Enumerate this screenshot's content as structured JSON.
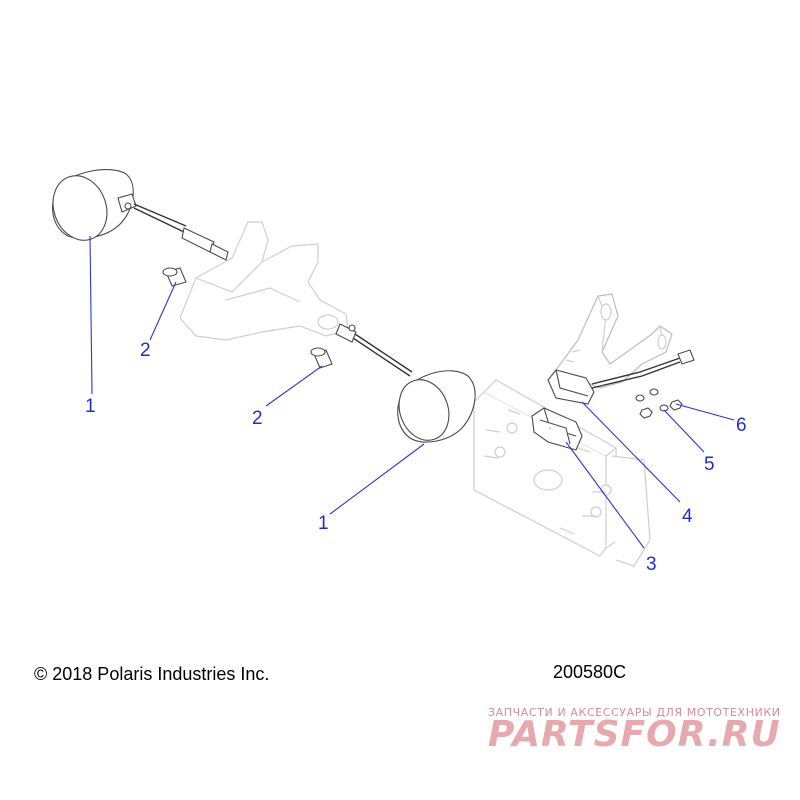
{
  "callouts": {
    "c1a": "1",
    "c1b": "1",
    "c2a": "2",
    "c2b": "2",
    "c3": "3",
    "c4": "4",
    "c5": "5",
    "c6": "6"
  },
  "footer": {
    "copyright": "© 2018 Polaris Industries Inc.",
    "part_number": "200580C"
  },
  "watermark": {
    "tagline": "ЗАПЧАСТИ И АКСЕССУАРЫ ДЛЯ МОТОТЕХНИКИ",
    "brand": "PARTSFOR.RU"
  },
  "colors": {
    "callout": "#1f2fc8",
    "watermark": "#e6a9ae"
  }
}
